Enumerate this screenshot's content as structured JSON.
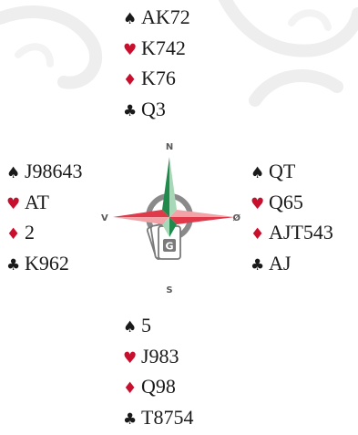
{
  "hands": {
    "north": {
      "spades": "AK72",
      "hearts": "K742",
      "diamonds": "K76",
      "clubs": "Q3"
    },
    "west": {
      "spades": "J98643",
      "hearts": "AT",
      "diamonds": "2",
      "clubs": "K962"
    },
    "east": {
      "spades": "QT",
      "hearts": "Q65",
      "diamonds": "AJT543",
      "clubs": "AJ"
    },
    "south": {
      "spades": "5",
      "hearts": "J983",
      "diamonds": "Q98",
      "clubs": "T8754"
    }
  },
  "suits": {
    "spades": {
      "icon": "spade-icon",
      "glyph": "♠",
      "color": "#1a1a1a"
    },
    "hearts": {
      "icon": "heart-icon",
      "glyph": "♥",
      "color": "#c8102e"
    },
    "diamonds": {
      "icon": "diamond-icon",
      "glyph": "♦",
      "color": "#c8102e"
    },
    "clubs": {
      "icon": "club-icon",
      "glyph": "♣",
      "color": "#1a1a1a"
    }
  },
  "compass": {
    "north": "N",
    "south": "S",
    "west": "V",
    "east": "Ø",
    "card_letter": "G",
    "colors": {
      "green": "#1f8a4c",
      "red": "#e0394a",
      "light_red": "#f2a3a8",
      "ring": "#8a8a8a"
    }
  }
}
